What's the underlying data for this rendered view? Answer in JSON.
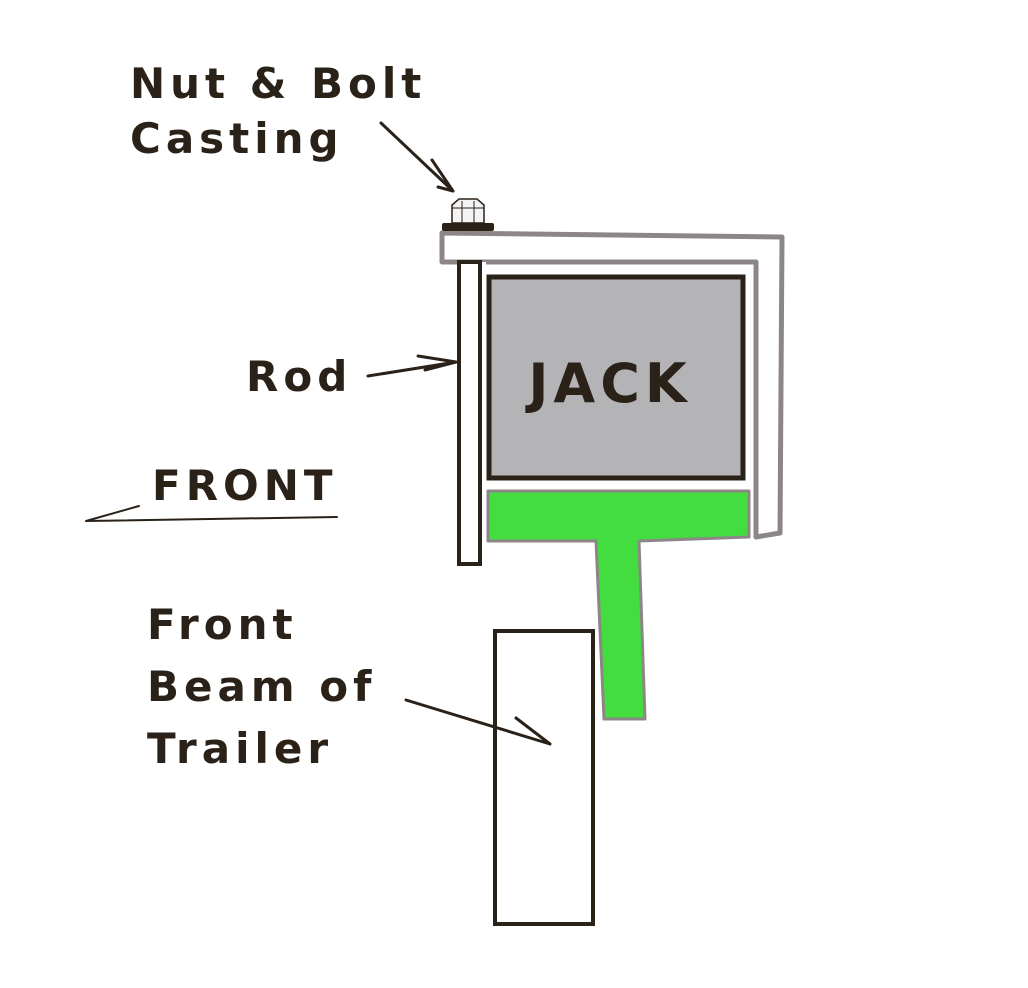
{
  "labels": {
    "nut_bolt_line1": "Nut & Bolt",
    "nut_bolt_line2": "Casting",
    "rod": "Rod",
    "front": "FRONT",
    "beam_line1": "Front",
    "beam_line2": "Beam of",
    "beam_line3": "Trailer",
    "jack": "JACK"
  },
  "colors": {
    "ink": "#2a2118",
    "casting": "#8c8786",
    "jack_fill": "#b4b4b6",
    "t_bar": "#44dd40",
    "nut": "#f4f4f4"
  }
}
